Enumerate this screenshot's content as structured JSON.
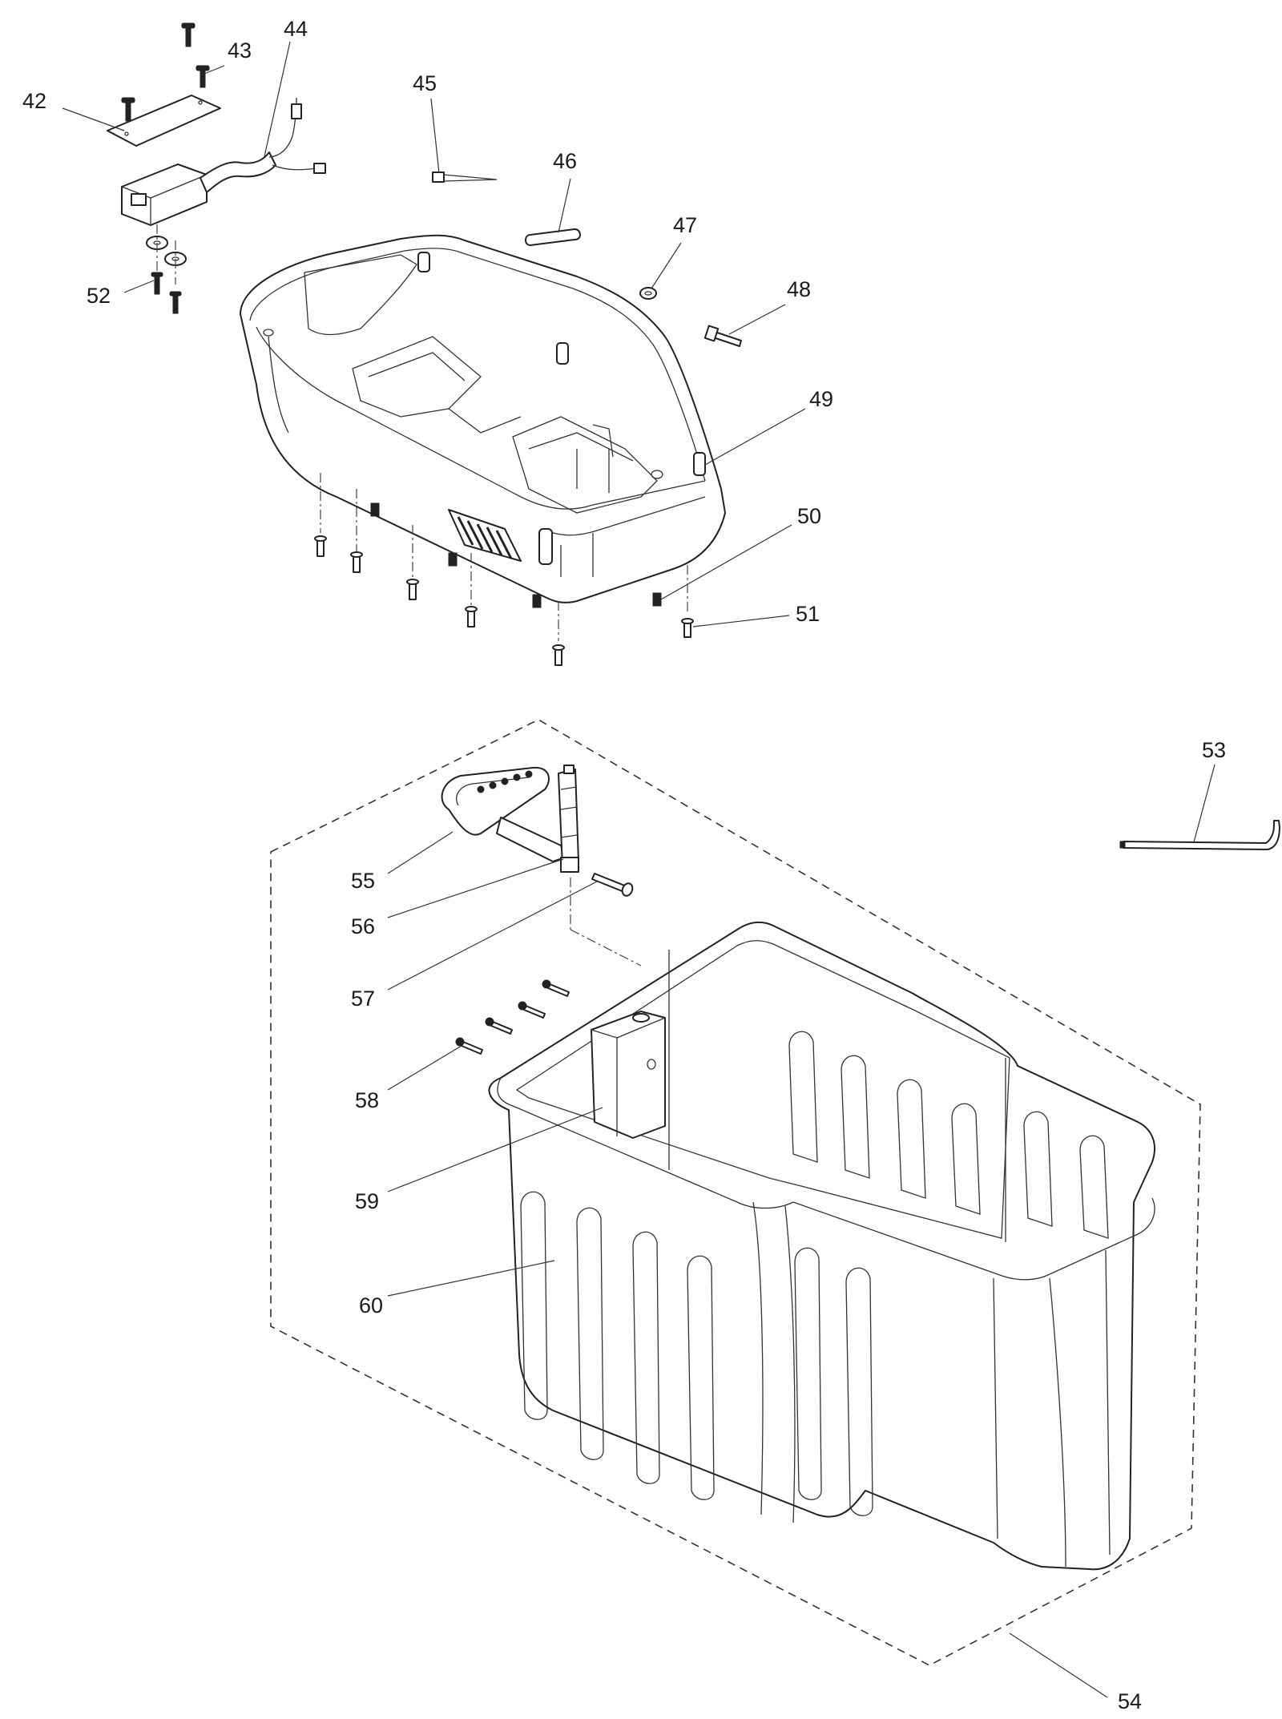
{
  "callouts": [
    {
      "id": "c42",
      "text": "42"
    },
    {
      "id": "c43",
      "text": "43"
    },
    {
      "id": "c44",
      "text": "44"
    },
    {
      "id": "c45",
      "text": "45"
    },
    {
      "id": "c46",
      "text": "46"
    },
    {
      "id": "c47",
      "text": "47"
    },
    {
      "id": "c48",
      "text": "48"
    },
    {
      "id": "c49",
      "text": "49"
    },
    {
      "id": "c50",
      "text": "50"
    },
    {
      "id": "c51",
      "text": "51"
    },
    {
      "id": "c52",
      "text": "52"
    },
    {
      "id": "c53",
      "text": "53"
    },
    {
      "id": "c54",
      "text": "54"
    },
    {
      "id": "c55",
      "text": "55"
    },
    {
      "id": "c56",
      "text": "56"
    },
    {
      "id": "c57",
      "text": "57"
    },
    {
      "id": "c58",
      "text": "58"
    },
    {
      "id": "c59",
      "text": "59"
    },
    {
      "id": "c60",
      "text": "60"
    }
  ]
}
